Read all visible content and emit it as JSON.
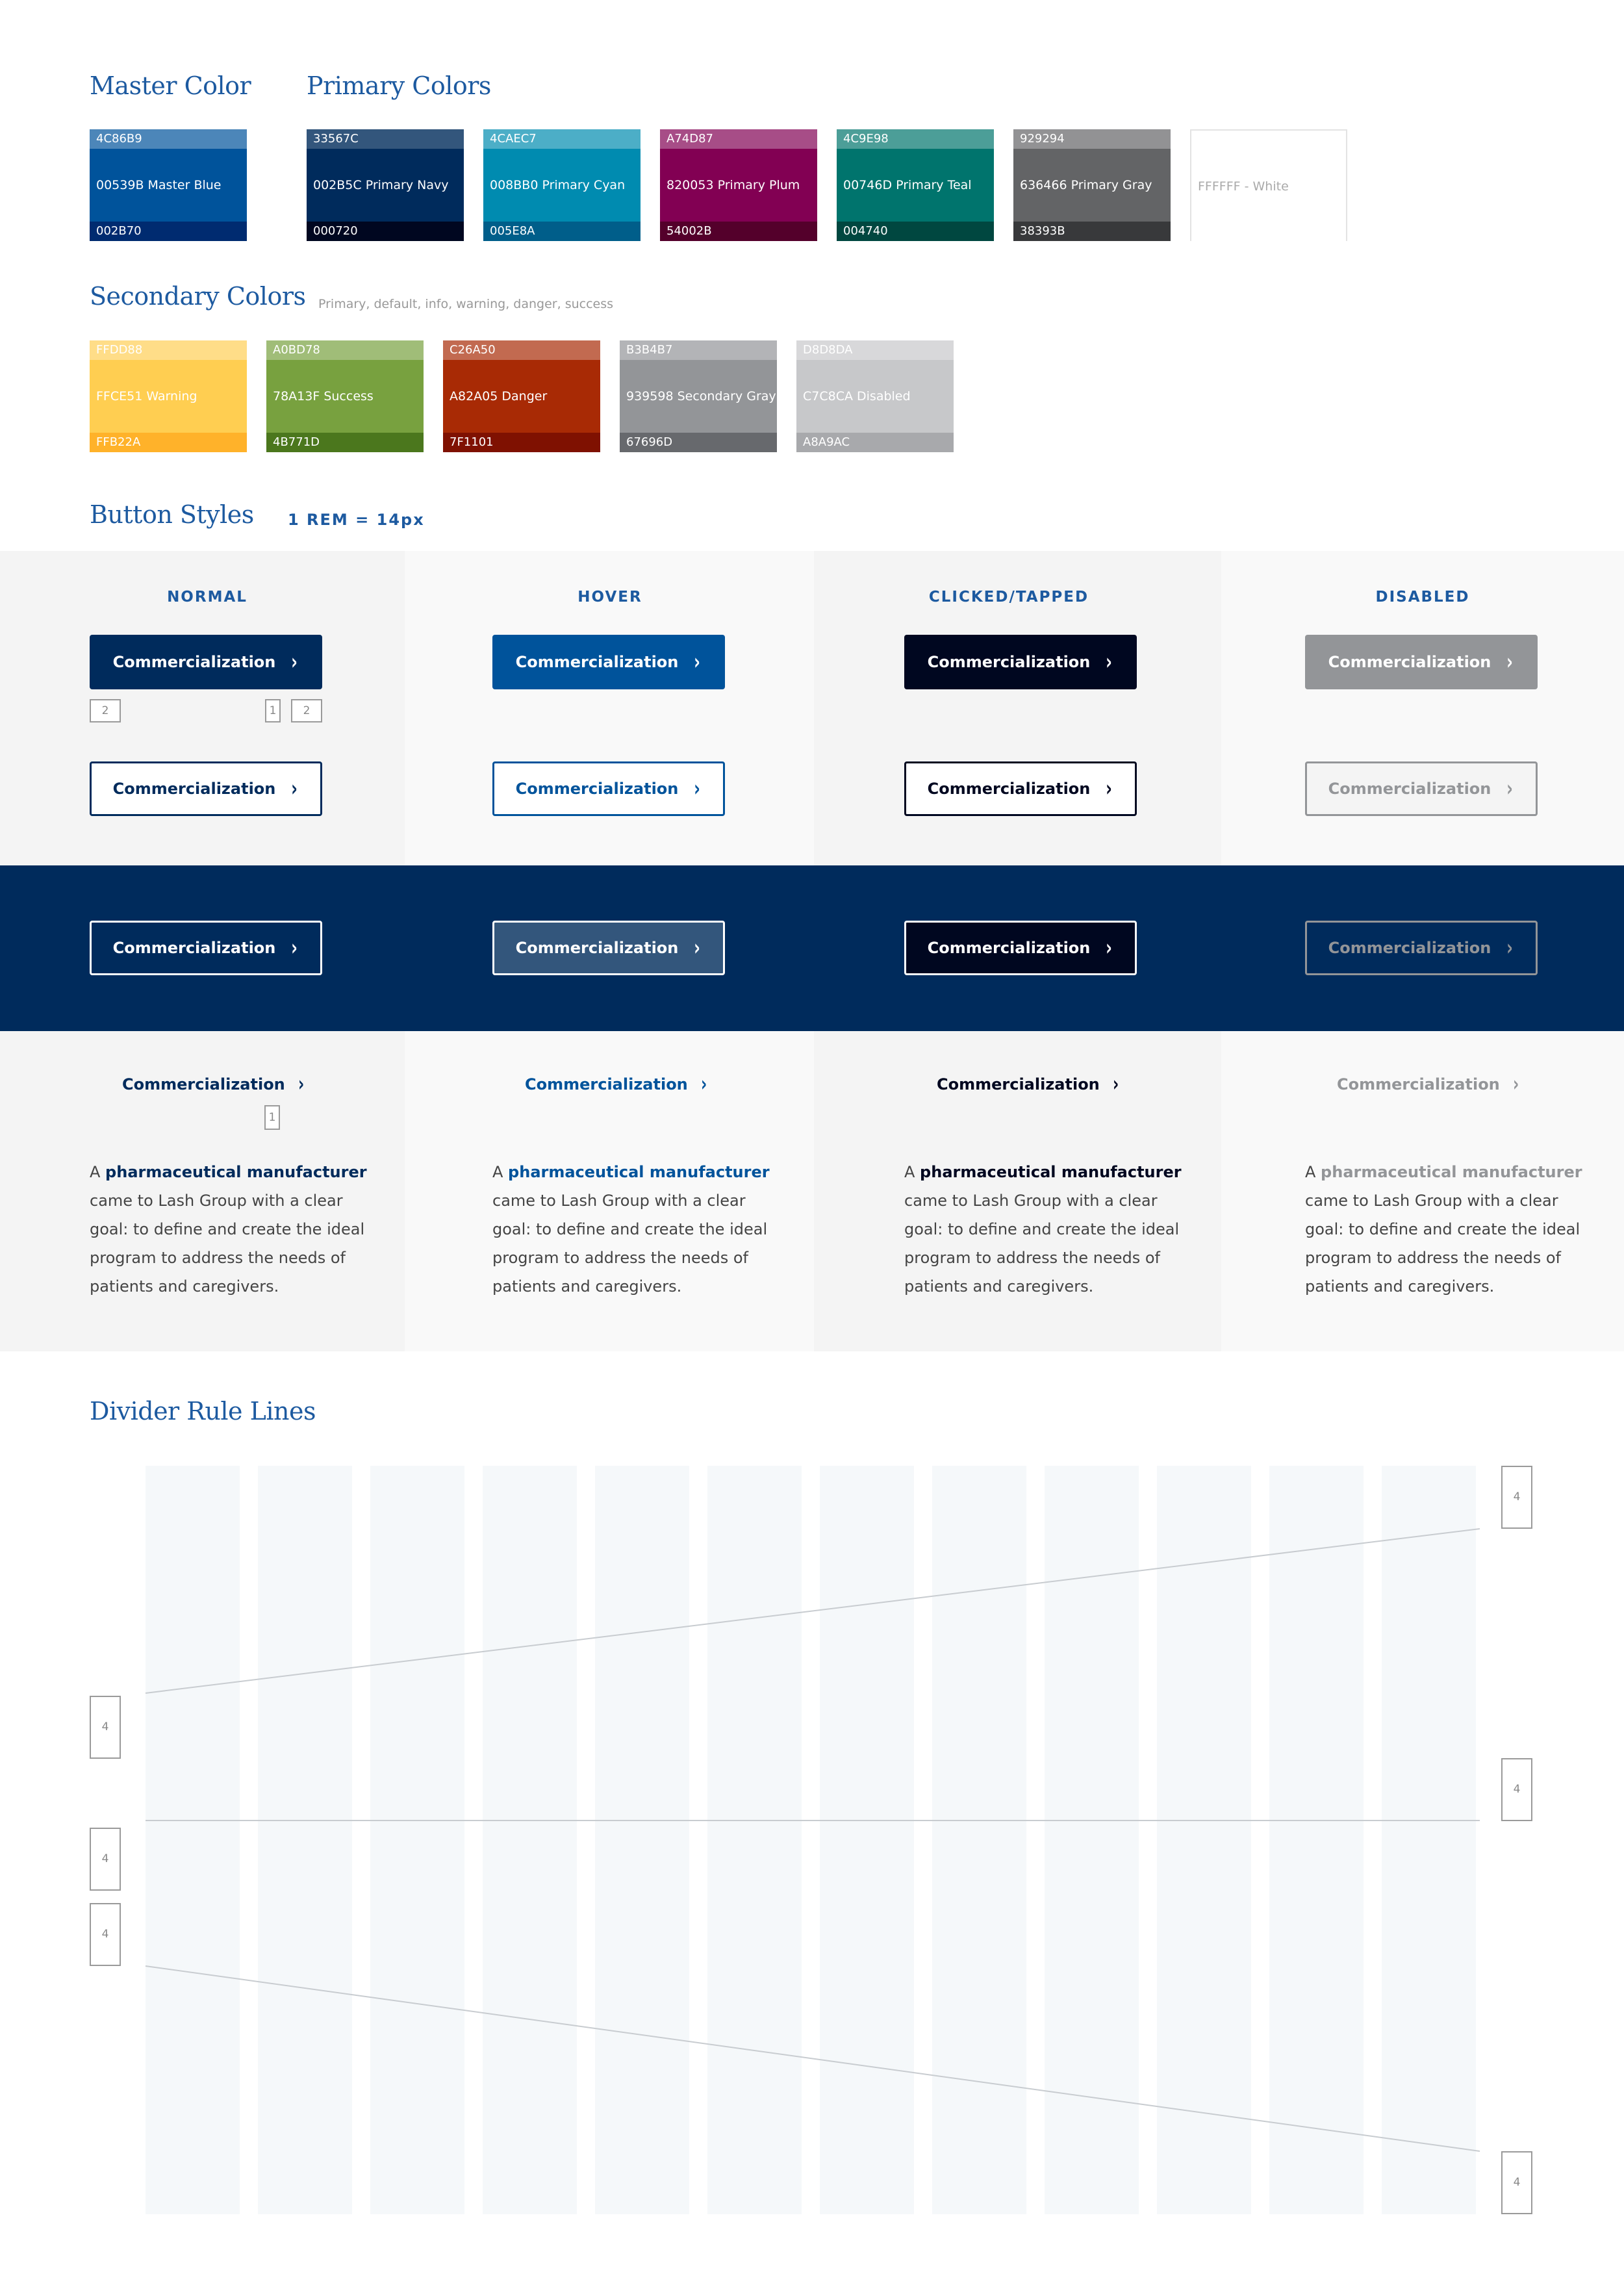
{
  "colors": {
    "master_title": "Master Color",
    "primary_title": "Primary Colors",
    "secondary_title": "Secondary Colors",
    "secondary_note": "Primary, default, info, warning, danger, success",
    "master": [
      {
        "top": "4C86B9",
        "mid": "00539B Master Blue",
        "bot": "002B70",
        "c_top": "#4c86b9",
        "c_mid": "#00539b",
        "c_bot": "#002b70"
      }
    ],
    "primary": [
      {
        "top": "33567C",
        "mid": "002B5C Primary Navy",
        "bot": "000720",
        "c_top": "#33567c",
        "c_mid": "#002b5c",
        "c_bot": "#000720"
      },
      {
        "top": "4CAEC7",
        "mid": "008BB0 Primary Cyan",
        "bot": "005E8A",
        "c_top": "#4caec7",
        "c_mid": "#008bb0",
        "c_bot": "#005e8a"
      },
      {
        "top": "A74D87",
        "mid": "820053 Primary Plum",
        "bot": "54002B",
        "c_top": "#a74d87",
        "c_mid": "#820053",
        "c_bot": "#54002b"
      },
      {
        "top": "4C9E98",
        "mid": "00746D Primary Teal",
        "bot": "004740",
        "c_top": "#4c9e98",
        "c_mid": "#00746d",
        "c_bot": "#004740"
      },
      {
        "top": "929294",
        "mid": "636466 Primary Gray",
        "bot": "38393B",
        "c_top": "#929294",
        "c_mid": "#636466",
        "c_bot": "#38393b"
      },
      {
        "top": "",
        "mid": "FFFFFF - White",
        "bot": "",
        "c_top": "#ffffff",
        "c_mid": "#ffffff",
        "c_bot": "#ffffff",
        "white": true
      }
    ],
    "secondary": [
      {
        "top": "FFDD88",
        "mid": "FFCE51 Warning",
        "bot": "FFB22A",
        "c_top": "#ffdd88",
        "c_mid": "#ffce51",
        "c_bot": "#ffb22a"
      },
      {
        "top": "A0BD78",
        "mid": "78A13F Success",
        "bot": "4B771D",
        "c_top": "#a0bd78",
        "c_mid": "#78a13f",
        "c_bot": "#4b771d"
      },
      {
        "top": "C26A50",
        "mid": "A82A05 Danger",
        "bot": "7F1101",
        "c_top": "#c26a50",
        "c_mid": "#a82a05",
        "c_bot": "#7f1101"
      },
      {
        "top": "B3B4B7",
        "mid": "939598 Secondary Gray",
        "bot": "67696D",
        "c_top": "#b3b4b7",
        "c_mid": "#939598",
        "c_bot": "#67696d"
      },
      {
        "top": "D8D8DA",
        "mid": "C7C8CA Disabled",
        "bot": "A8A9AC",
        "c_top": "#d8d8da",
        "c_mid": "#c7c8ca",
        "c_bot": "#a8a9ac"
      }
    ]
  },
  "buttons": {
    "title": "Button Styles",
    "rem_note": "1 REM = 14px",
    "columns": [
      "NORMAL",
      "HOVER",
      "CLICKED/TAPPED",
      "DISABLED"
    ],
    "label": "Commercialization",
    "chevron": "›",
    "dims": {
      "left": "2",
      "right_a": "1",
      "right_b": "2",
      "link": "1"
    },
    "para_prefix": "A ",
    "para_strong": "pharmaceutical manufacturer",
    "para_rest": " came to Lash Group with a clear goal: to define and create the ideal program to address the needs of patients and caregivers."
  },
  "dividers": {
    "title": "Divider Rule Lines",
    "dim_label": "4"
  }
}
